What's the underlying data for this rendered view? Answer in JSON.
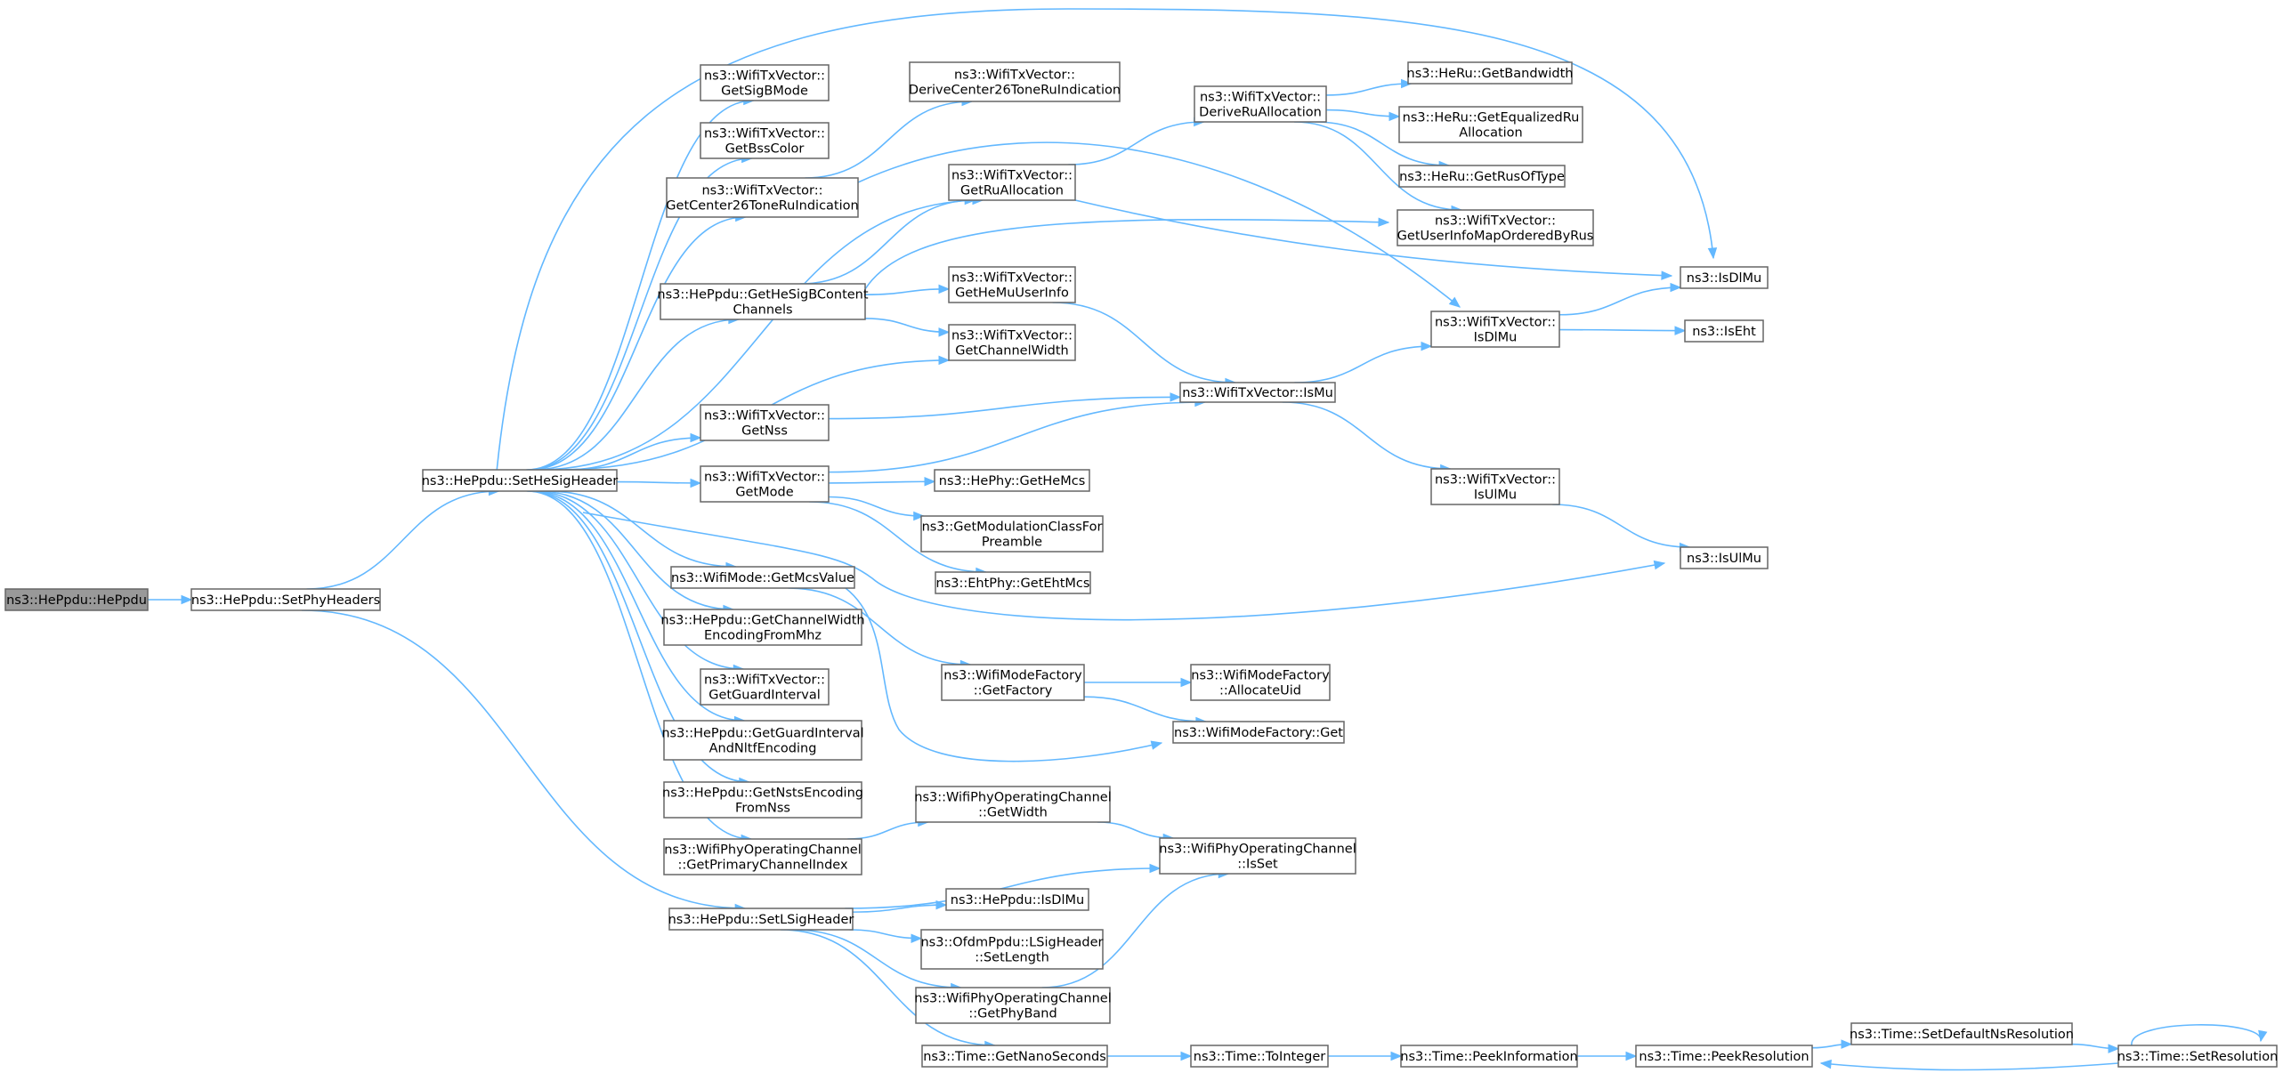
{
  "diagram": {
    "type": "call-graph",
    "colors": {
      "edge": "#63b8ff",
      "node_border": "#666666",
      "root_fill": "#999999",
      "node_fill": "#ffffff"
    },
    "nodes": [
      {
        "id": "n0",
        "lines": [
          "ns3::HePpdu::HePpdu"
        ],
        "root": true
      },
      {
        "id": "n1",
        "lines": [
          "ns3::HePpdu::SetPhyHeaders"
        ]
      },
      {
        "id": "n2",
        "lines": [
          "ns3::HePpdu::SetHeSigHeader"
        ]
      },
      {
        "id": "n3",
        "lines": [
          "ns3::HePpdu::SetLSigHeader"
        ]
      },
      {
        "id": "n4",
        "lines": [
          "ns3::WifiTxVector::",
          "GetSigBMode"
        ]
      },
      {
        "id": "n5",
        "lines": [
          "ns3::WifiTxVector::",
          "GetBssColor"
        ]
      },
      {
        "id": "n6",
        "lines": [
          "ns3::WifiTxVector::",
          "GetCenter26ToneRuIndication"
        ]
      },
      {
        "id": "n7",
        "lines": [
          "ns3::HePpdu::GetHeSigBContent",
          "Channels"
        ]
      },
      {
        "id": "n8",
        "lines": [
          "ns3::WifiTxVector::",
          "GetNss"
        ]
      },
      {
        "id": "n9",
        "lines": [
          "ns3::WifiTxVector::",
          "GetMode"
        ]
      },
      {
        "id": "n10",
        "lines": [
          "ns3::WifiMode::GetMcsValue"
        ]
      },
      {
        "id": "n11",
        "lines": [
          "ns3::HePpdu::GetChannelWidth",
          "EncodingFromMhz"
        ]
      },
      {
        "id": "n12",
        "lines": [
          "ns3::WifiTxVector::",
          "GetGuardInterval"
        ]
      },
      {
        "id": "n13",
        "lines": [
          "ns3::HePpdu::GetGuardInterval",
          "AndNltfEncoding"
        ]
      },
      {
        "id": "n14",
        "lines": [
          "ns3::HePpdu::GetNstsEncoding",
          "FromNss"
        ]
      },
      {
        "id": "n15",
        "lines": [
          "ns3::WifiPhyOperatingChannel",
          "::GetPrimaryChannelIndex"
        ]
      },
      {
        "id": "n16",
        "lines": [
          "ns3::WifiTxVector::",
          "DeriveCenter26ToneRuIndication"
        ]
      },
      {
        "id": "n17",
        "lines": [
          "ns3::WifiTxVector::",
          "GetRuAllocation"
        ]
      },
      {
        "id": "n18",
        "lines": [
          "ns3::WifiTxVector::",
          "GetHeMuUserInfo"
        ]
      },
      {
        "id": "n19",
        "lines": [
          "ns3::WifiTxVector::",
          "GetChannelWidth"
        ]
      },
      {
        "id": "n20",
        "lines": [
          "ns3::WifiTxVector::IsMu"
        ]
      },
      {
        "id": "n21",
        "lines": [
          "ns3::HePhy::GetHeMcs"
        ]
      },
      {
        "id": "n22",
        "lines": [
          "ns3::GetModulationClassFor",
          "Preamble"
        ]
      },
      {
        "id": "n23",
        "lines": [
          "ns3::EhtPhy::GetEhtMcs"
        ]
      },
      {
        "id": "n24",
        "lines": [
          "ns3::WifiModeFactory",
          "::GetFactory"
        ]
      },
      {
        "id": "n25",
        "lines": [
          "ns3::WifiModeFactory",
          "::AllocateUid"
        ]
      },
      {
        "id": "n26",
        "lines": [
          "ns3::WifiModeFactory::Get"
        ]
      },
      {
        "id": "n27",
        "lines": [
          "ns3::WifiPhyOperatingChannel",
          "::GetWidth"
        ]
      },
      {
        "id": "n28",
        "lines": [
          "ns3::WifiPhyOperatingChannel",
          "::IsSet"
        ]
      },
      {
        "id": "n29",
        "lines": [
          "ns3::HePpdu::IsDlMu"
        ]
      },
      {
        "id": "n30",
        "lines": [
          "ns3::OfdmPpdu::LSigHeader",
          "::SetLength"
        ]
      },
      {
        "id": "n31",
        "lines": [
          "ns3::WifiPhyOperatingChannel",
          "::GetPhyBand"
        ]
      },
      {
        "id": "n32",
        "lines": [
          "ns3::Time::GetNanoSeconds"
        ]
      },
      {
        "id": "n33",
        "lines": [
          "ns3::WifiTxVector::",
          "DeriveRuAllocation"
        ]
      },
      {
        "id": "n34",
        "lines": [
          "ns3::WifiTxVector::",
          "GetUserInfoMapOrderedByRus"
        ]
      },
      {
        "id": "n35",
        "lines": [
          "ns3::WifiTxVector::",
          "IsDlMu"
        ]
      },
      {
        "id": "n36",
        "lines": [
          "ns3::WifiTxVector::",
          "IsUlMu"
        ]
      },
      {
        "id": "n37",
        "lines": [
          "ns3::HeRu::GetBandwidth"
        ]
      },
      {
        "id": "n38",
        "lines": [
          "ns3::HeRu::GetEqualizedRu",
          "Allocation"
        ]
      },
      {
        "id": "n39",
        "lines": [
          "ns3::HeRu::GetRusOfType"
        ]
      },
      {
        "id": "n40",
        "lines": [
          "ns3::IsDlMu"
        ]
      },
      {
        "id": "n41",
        "lines": [
          "ns3::IsEht"
        ]
      },
      {
        "id": "n42",
        "lines": [
          "ns3::IsUlMu"
        ]
      },
      {
        "id": "n43",
        "lines": [
          "ns3::Time::ToInteger"
        ]
      },
      {
        "id": "n44",
        "lines": [
          "ns3::Time::PeekInformation"
        ]
      },
      {
        "id": "n45",
        "lines": [
          "ns3::Time::PeekResolution"
        ]
      },
      {
        "id": "n46",
        "lines": [
          "ns3::Time::SetDefaultNsResolution"
        ]
      },
      {
        "id": "n47",
        "lines": [
          "ns3::Time::SetResolution"
        ]
      }
    ],
    "edges": [
      [
        "n0",
        "n1"
      ],
      [
        "n1",
        "n2"
      ],
      [
        "n1",
        "n3"
      ],
      [
        "n2",
        "n40"
      ],
      [
        "n2",
        "n4"
      ],
      [
        "n2",
        "n5"
      ],
      [
        "n2",
        "n6"
      ],
      [
        "n2",
        "n17"
      ],
      [
        "n2",
        "n7"
      ],
      [
        "n2",
        "n19"
      ],
      [
        "n2",
        "n8"
      ],
      [
        "n2",
        "n9"
      ],
      [
        "n2",
        "n42"
      ],
      [
        "n2",
        "n10"
      ],
      [
        "n2",
        "n11"
      ],
      [
        "n2",
        "n12"
      ],
      [
        "n2",
        "n13"
      ],
      [
        "n2",
        "n14"
      ],
      [
        "n2",
        "n15"
      ],
      [
        "n6",
        "n16"
      ],
      [
        "n6",
        "n35"
      ],
      [
        "n7",
        "n17"
      ],
      [
        "n7",
        "n34"
      ],
      [
        "n7",
        "n18"
      ],
      [
        "n7",
        "n19"
      ],
      [
        "n8",
        "n20"
      ],
      [
        "n9",
        "n20"
      ],
      [
        "n9",
        "n21"
      ],
      [
        "n9",
        "n22"
      ],
      [
        "n9",
        "n23"
      ],
      [
        "n10",
        "n24"
      ],
      [
        "n10",
        "n26"
      ],
      [
        "n24",
        "n25"
      ],
      [
        "n24",
        "n26"
      ],
      [
        "n15",
        "n27"
      ],
      [
        "n27",
        "n28"
      ],
      [
        "n3",
        "n28"
      ],
      [
        "n3",
        "n29"
      ],
      [
        "n3",
        "n30"
      ],
      [
        "n3",
        "n31"
      ],
      [
        "n3",
        "n32"
      ],
      [
        "n31",
        "n28"
      ],
      [
        "n17",
        "n33"
      ],
      [
        "n17",
        "n40"
      ],
      [
        "n33",
        "n37"
      ],
      [
        "n33",
        "n38"
      ],
      [
        "n33",
        "n39"
      ],
      [
        "n33",
        "n34"
      ],
      [
        "n18",
        "n20"
      ],
      [
        "n20",
        "n35"
      ],
      [
        "n20",
        "n36"
      ],
      [
        "n35",
        "n40"
      ],
      [
        "n35",
        "n41"
      ],
      [
        "n36",
        "n42"
      ],
      [
        "n32",
        "n43"
      ],
      [
        "n43",
        "n44"
      ],
      [
        "n44",
        "n45"
      ],
      [
        "n45",
        "n46"
      ],
      [
        "n46",
        "n47"
      ],
      [
        "n47",
        "n45"
      ],
      [
        "n47",
        "n47"
      ]
    ]
  }
}
